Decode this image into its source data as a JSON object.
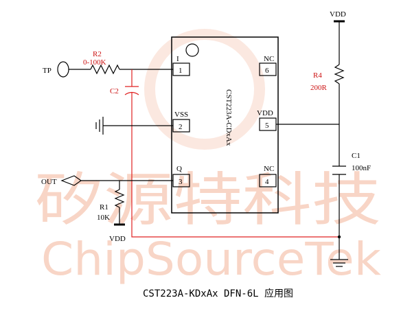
{
  "chip": {
    "name": "CST223A-CDxAx",
    "pins": {
      "p1": {
        "num": "1",
        "name": "I"
      },
      "p2": {
        "num": "2",
        "name": "VSS"
      },
      "p3": {
        "num": "3",
        "name": "Q"
      },
      "p4": {
        "num": "4",
        "name": "NC"
      },
      "p5": {
        "num": "5",
        "name": "VDD"
      },
      "p6": {
        "num": "6",
        "name": "NC"
      }
    }
  },
  "components": {
    "r2": {
      "name": "R2",
      "value": "0-100K"
    },
    "c2": {
      "name": "C2"
    },
    "r4": {
      "name": "R4",
      "value": "200R"
    },
    "c1": {
      "name": "C1",
      "value": "100nF"
    },
    "r1": {
      "name": "R1",
      "value": "10K"
    }
  },
  "ports": {
    "tp": "TP",
    "out": "OUT",
    "vdd_top": "VDD",
    "vdd_bottom": "VDD"
  },
  "watermark": {
    "cn": "矽源特科技",
    "en": "ChipSourceTek"
  },
  "caption": "CST223A-KDxAx DFN-6L 应用图"
}
